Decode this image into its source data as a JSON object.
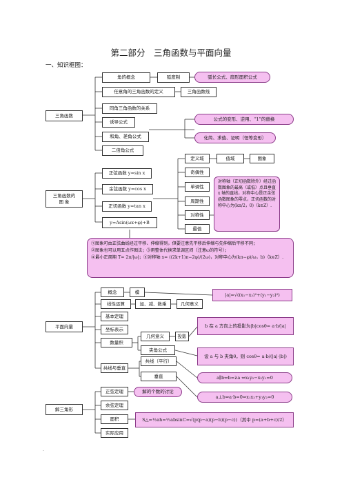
{
  "title": "第二部分　三角函数与平面向量",
  "section": "一、知识框图：",
  "footer_mark": "·",
  "trig": {
    "root": "三角函数",
    "items": [
      "角的概念",
      "任意角的三角函数的定义",
      "同角三角函数的关系",
      "诱导公式",
      "和角、差角公式",
      "二倍角公式"
    ],
    "radian": "弧度制",
    "arc_formula": "弧长公式、扇形面积公式",
    "trig_line": "三角函数线",
    "transform": "公式的变形、逆用、“1”的替换",
    "simplify": "化简、求值、证明（恒等变形）"
  },
  "graph": {
    "root_line1": "三角函数的",
    "root_line2": "图 象",
    "funcs": [
      "正弦函数 y=sin x",
      "余弦函数 y=cos x",
      "正切函数 y=tan x",
      "y=Asin(ωx+φ)+B"
    ],
    "props": [
      "定义域",
      "值域",
      "图象",
      "奇偶性",
      "单调性",
      "周期性",
      "对称性",
      "最值"
    ],
    "symmetry_note": "对称轴（正切函数除外）经过函数图象的最高（或低）点且垂直 x 轴的直线，对称中心是正余弦函数图象的零点，正切函数的对称中心为(kπ/2，0)（k∈Z）.",
    "notes": [
      "①图象可由正弦曲线经过平移、伸缩得到，但要注意先平移后伸缩与先伸缩后平移不同；",
      "②图象也可以用五点作图法；③用整体代换求单调区间（注意ω的符号）；",
      "④最小正周期 T= 2π/|ω|；⑤对称轴 x= ((2k+1)π−2φ)/(2ω)，对称中心为(kπ−φ)/ω，b)（k∈Z）."
    ]
  },
  "vector": {
    "root": "平面向量",
    "items": [
      "概念",
      "线性运算",
      "基本定理",
      "坐标表示",
      "数量积",
      "共线与垂直"
    ],
    "modulus": "模",
    "modulus_formula": "|a|=√((x₁−x₂)²+(y₁−y₂)²)",
    "linear_ops": "加、减、数乘",
    "geo_meaning": "几何意义",
    "dot_geo": "几何意义",
    "projection": "投影",
    "projection_formula": "b 在 a 方向上的投影为|b|cosθ= a·b/|a|",
    "angle_formula_label": "夹角公式",
    "angle_formula": "设 a 与 b 夹角θ，则 cosθ= a·b/(|a|·|b|)",
    "collinear": "共线（平行）",
    "perp": "垂直",
    "parallel_cond": "a∥b⇔b=λa ⇔x₁y₂−x₂y₁=0",
    "perp_cond": "a⊥b⇔a·b=0⇔x₁x₂+y₁y₂=0"
  },
  "triangle": {
    "root": "解三角形",
    "items": [
      "正弦定理",
      "余弦定理",
      "面积",
      "实际应用"
    ],
    "discuss": "解的个数的讨论",
    "area_formula": "S△=½ah=½absinC=√(p(p−a)(p−b)(p−c))（其中 p=(a+b+c)/2）"
  }
}
